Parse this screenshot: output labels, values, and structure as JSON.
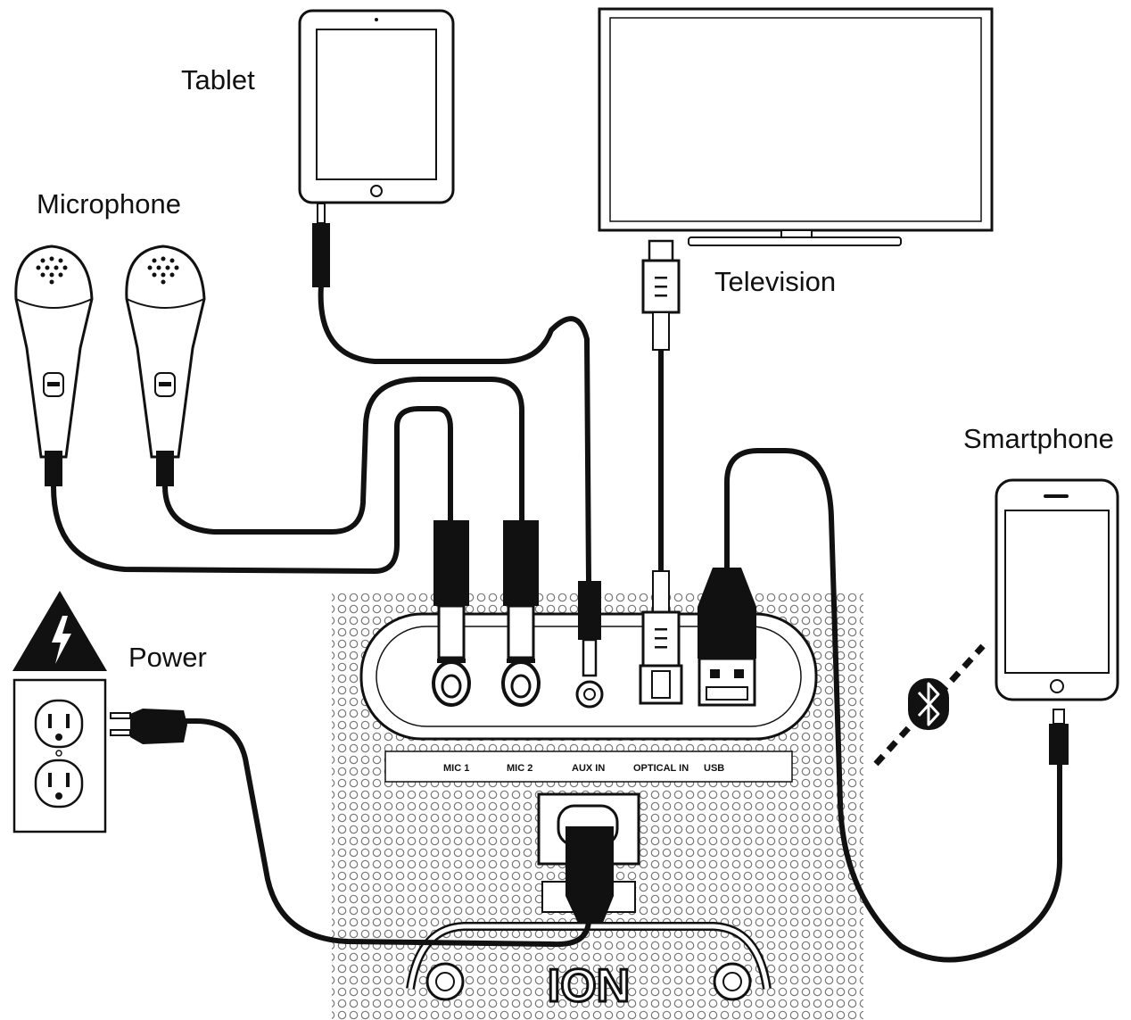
{
  "labels": {
    "tablet": "Tablet",
    "television": "Television",
    "microphone": "Microphone",
    "smartphone": "Smartphone",
    "power": "Power"
  },
  "ports": [
    "MIC 1",
    "MIC 2",
    "AUX IN",
    "OPTICAL IN",
    "USB"
  ],
  "brand": "ION",
  "icons": [
    "warning-electric-icon",
    "bluetooth-icon",
    "power-outlet-icon"
  ],
  "colors": {
    "line": "#111111",
    "background": "#ffffff",
    "grille": "#bdbdbd"
  }
}
